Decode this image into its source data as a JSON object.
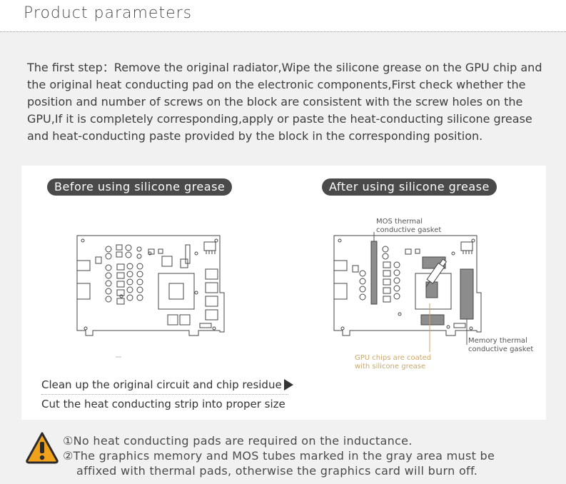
{
  "header": {
    "title": "Product parameters"
  },
  "intro": {
    "text": "The first step：Remove the original radiator,Wipe the silicone grease on the GPU chip and the original heat conducting pad on the electronic components,First check whether the position and number of screws on the block are consistent with the screw holes on the GPU,If it is completely corresponding,apply or paste the heat-conducting silicone grease and heat-conducting paste provided by the block in the corresponding position."
  },
  "panels": {
    "before_label": "Before using silicone grease",
    "after_label": "After using silicone grease"
  },
  "callouts": {
    "mos": [
      "MOS thermal",
      "conductive gasket"
    ],
    "memory": [
      "Memory thermal",
      "conductive gasket"
    ],
    "gpu": [
      "GPU chips are coated",
      "with silicone grease"
    ]
  },
  "steps": {
    "step1": "Clean up the original circuit and chip residue",
    "step2": "Cut the heat conducting strip into proper size"
  },
  "warnings": {
    "line1": "①No heat conducting pads are required on the inductance.",
    "line2": "②The graphics memory and MOS tubes marked in the gray area must be",
    "line3": "affixed with thermal pads, otherwise the graphics card will burn off."
  },
  "colors": {
    "warning_fill": "#f0a21c",
    "callout_tan": "#c9a86a",
    "pad_gray": "#8c8c8c"
  },
  "icons": {
    "warning": "warning-triangle-icon",
    "arrow": "play-arrow-icon"
  }
}
